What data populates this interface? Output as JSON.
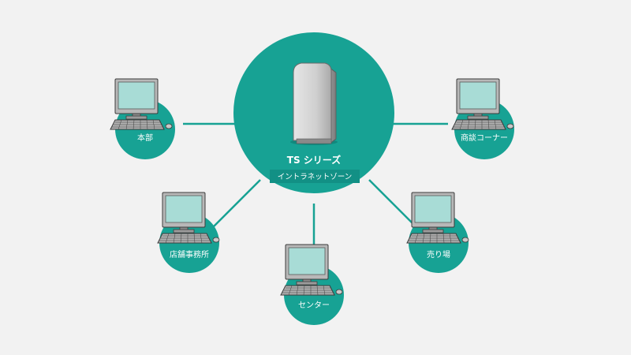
{
  "hub": {
    "title": "TS シリーズ",
    "subtitle": "イントラネットゾーン",
    "icon": "server-tower-icon"
  },
  "nodes": [
    {
      "id": "honbu",
      "label": "本部",
      "icon": "desktop-computer-icon"
    },
    {
      "id": "shoudan",
      "label": "商談コーナー",
      "icon": "desktop-computer-icon"
    },
    {
      "id": "tenpo",
      "label": "店舗事務所",
      "icon": "desktop-computer-icon"
    },
    {
      "id": "center",
      "label": "センター",
      "icon": "desktop-computer-icon"
    },
    {
      "id": "uriba",
      "label": "売り場",
      "icon": "desktop-computer-icon"
    }
  ],
  "colors": {
    "background": "#f2f2f2",
    "node_fill": "#17a294",
    "connector": "#17a294",
    "monitor_screen": "#a8dcd6",
    "monitor_body": "#b8b8b8",
    "outline": "#3c3c3c",
    "server_body": "#cfcfcf"
  }
}
